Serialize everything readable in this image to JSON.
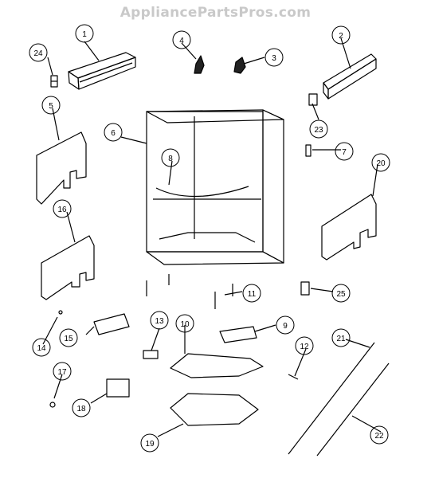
{
  "watermark": {
    "text": "AppliancePartsPros.com"
  },
  "callouts": [
    "1",
    "2",
    "3",
    "4",
    "5",
    "6",
    "7",
    "8",
    "9",
    "10",
    "11",
    "12",
    "13",
    "14",
    "15",
    "16",
    "17",
    "18",
    "19",
    "20",
    "21",
    "22",
    "23",
    "24",
    "25"
  ]
}
